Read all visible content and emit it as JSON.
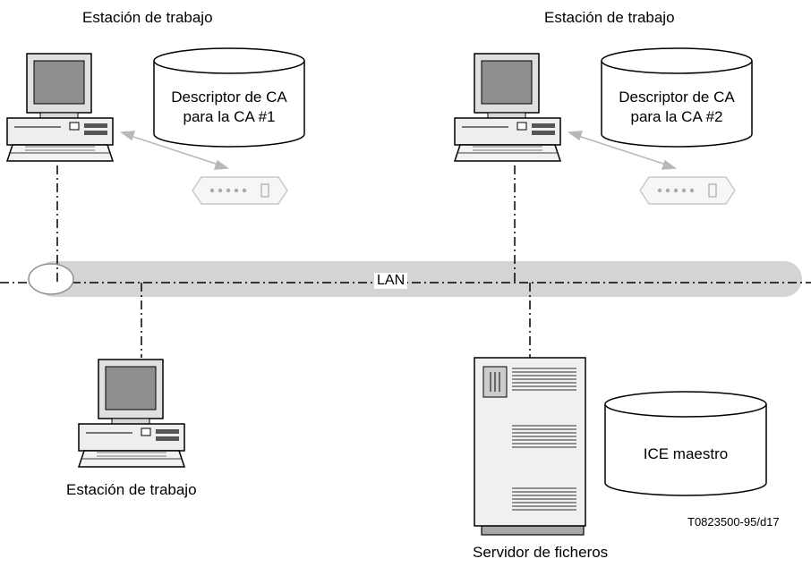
{
  "workstations": [
    {
      "label": "Estación de trabajo"
    },
    {
      "label": "Estación de trabajo"
    },
    {
      "label": "Estación de trabajo"
    }
  ],
  "databases": [
    {
      "line1": "Descriptor de CA",
      "line2": "para la CA #1"
    },
    {
      "line1": "Descriptor de CA",
      "line2": "para la CA #2"
    },
    {
      "line1": "ICE maestro",
      "line2": ""
    }
  ],
  "lan": {
    "label": "LAN"
  },
  "server": {
    "label": "Servidor de ficheros"
  },
  "figure_id": "T0823500-95/d17"
}
